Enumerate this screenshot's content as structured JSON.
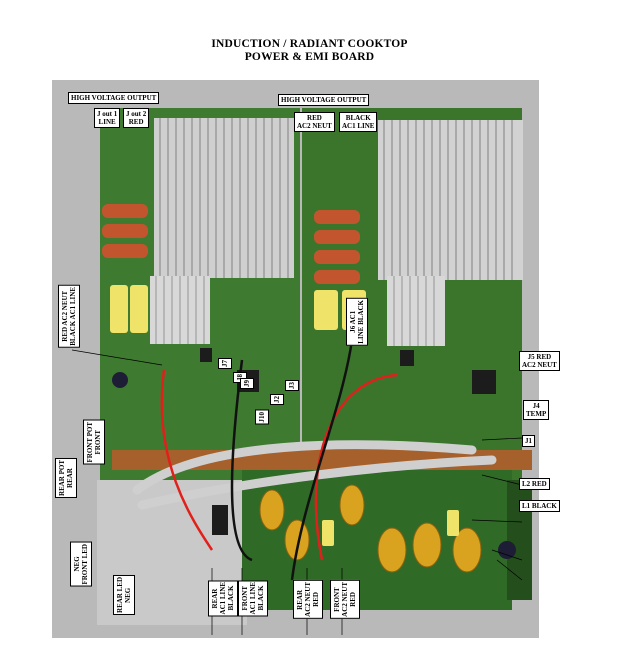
{
  "title": {
    "line1": "INDUCTION / RADIANT COOKTOP",
    "line2": "POWER & EMI BOARD"
  },
  "labels": {
    "hv_left": "HIGH VOLTAGE OUTPUT",
    "hv_right": "HIGH VOLTAGE OUTPUT",
    "out1": [
      "J out 1",
      "LINE"
    ],
    "out2": [
      "J out 2",
      "RED"
    ],
    "red_ac2_neut_top": [
      "RED",
      "AC2 NEUT"
    ],
    "black_ac1_line_top": [
      "BLACK",
      "AC1 LINE"
    ],
    "left_side_vertical": [
      "RED AC2 NEUT",
      "BLACK AC1 LINE"
    ],
    "j6_vertical": [
      "J6 AC1",
      "LINE BLACK"
    ],
    "j5": [
      "J5 RED",
      "AC2 NEUT"
    ],
    "j4": [
      "J4",
      "TEMP"
    ],
    "j1": "J1",
    "l2": "L2 RED",
    "l1": "L1 BLACK",
    "front_pot": [
      "FRONT POT",
      "FRONT"
    ],
    "rear_pot": [
      "REAR POT",
      "REAR"
    ],
    "neg": [
      "NEG",
      "FRONT LED"
    ],
    "rear_led": [
      "REAR LED",
      "NEG"
    ],
    "bottom_1": [
      "REAR",
      "AC1 LINE",
      "BLACK"
    ],
    "bottom_2": [
      "FRONT",
      "AC1 LINE",
      "BLACK"
    ],
    "bottom_3": [
      "REAR",
      "AC2 NEUT",
      "RED"
    ],
    "bottom_4": [
      "FRONT",
      "AC2 NEUT",
      "RED"
    ],
    "small_tags": [
      "J7",
      "J8",
      "J9",
      "J10",
      "J2",
      "J3"
    ]
  },
  "colors": {
    "background": "#b9b9b9",
    "board_green": "#3e7a2f",
    "board_dark": "#2a5a22",
    "heatsink": "#d6d6d6",
    "capacitor_yellow": "#efe36a",
    "capacitor_orange": "#c2552e",
    "copper_band": "#a5602c",
    "ribbon_gray": "#c9c9c9",
    "toroid_gold": "#d9a21f",
    "wire_red": "#e1201c",
    "wire_black": "#111111"
  }
}
